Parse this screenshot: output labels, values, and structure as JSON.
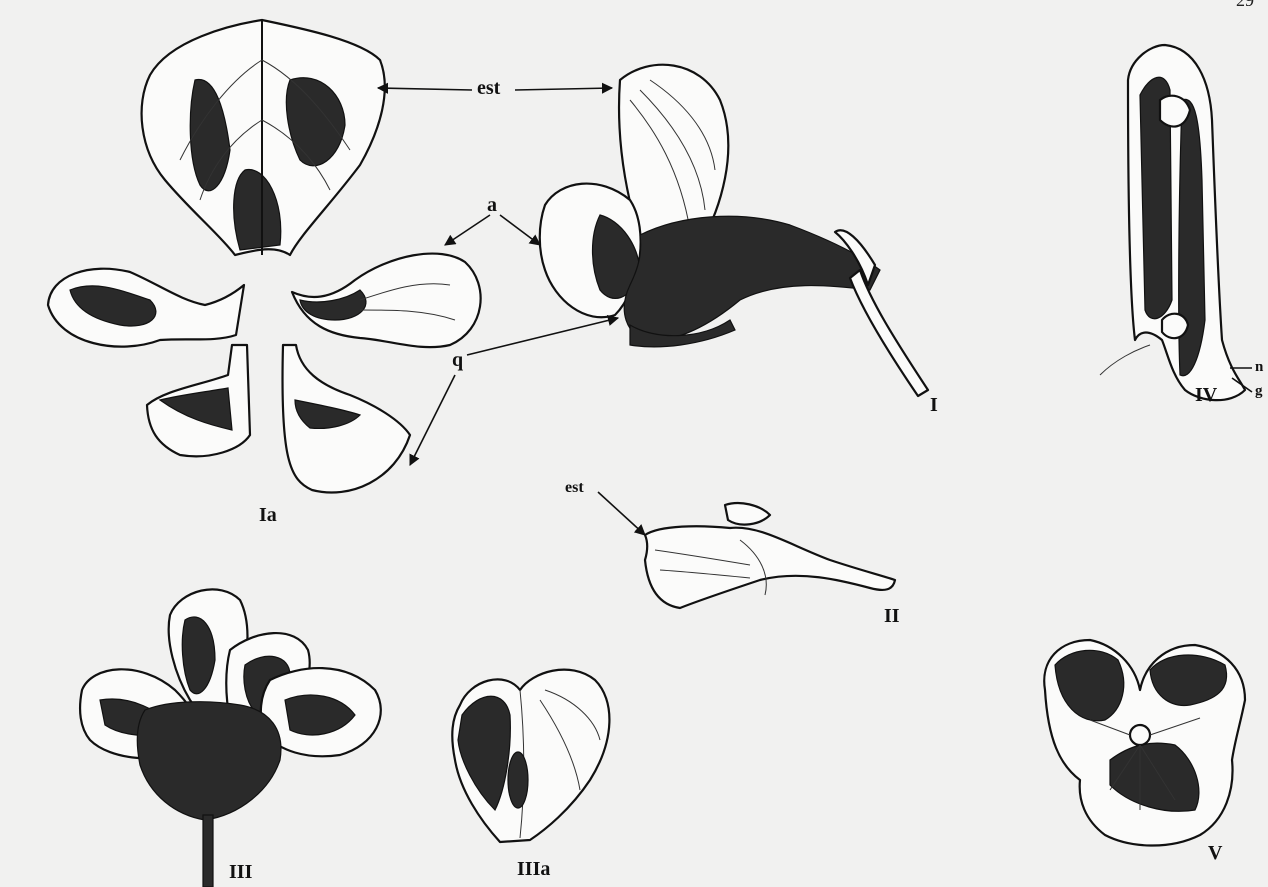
{
  "page_number": "29",
  "callouts": {
    "est": "est",
    "a": "a",
    "q": "q",
    "n": "n",
    "g": "g"
  },
  "figures": {
    "I": "I",
    "Ia": "Ia",
    "II": "II",
    "III": "III",
    "IIIa": "IIIa",
    "IV": "IV",
    "V": "V"
  }
}
